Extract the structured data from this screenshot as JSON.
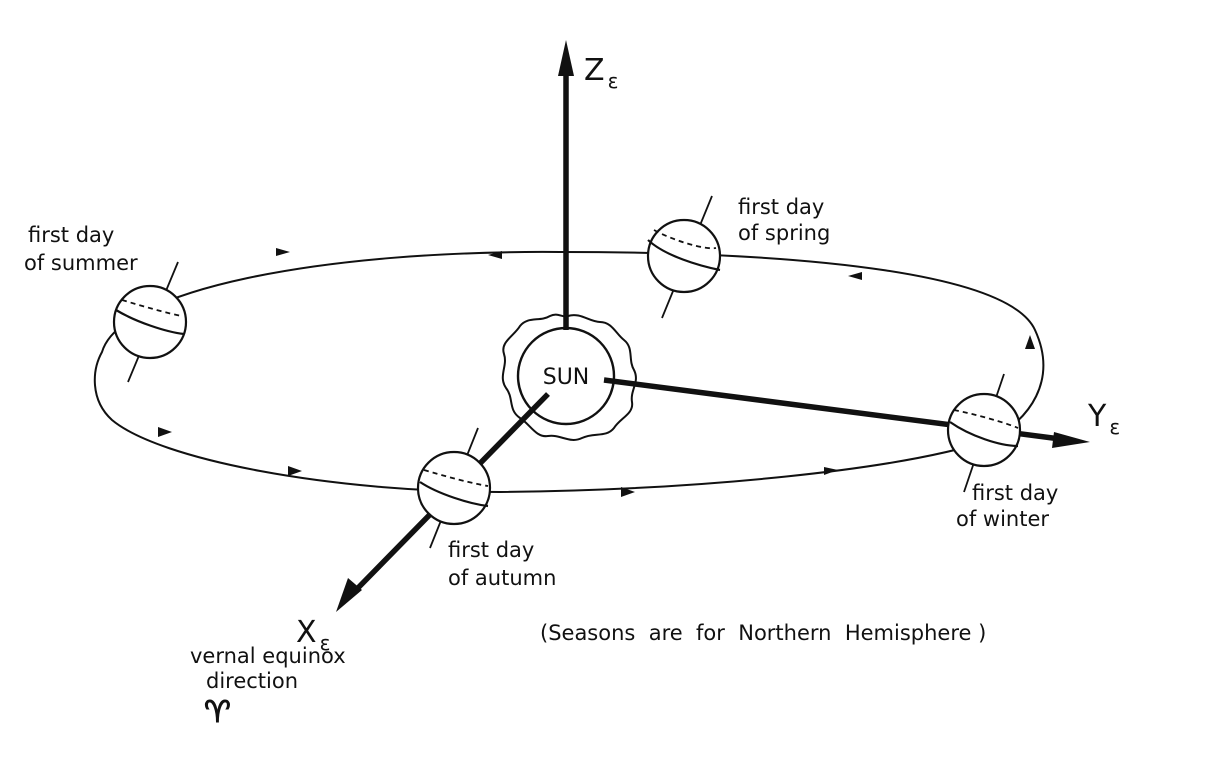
{
  "axes": {
    "z": {
      "label": "Z",
      "sub": "ε"
    },
    "y": {
      "label": "Y",
      "sub": "ε"
    },
    "x": {
      "label": "X",
      "sub": "ε"
    }
  },
  "sun_label": "SUN",
  "seasons": {
    "spring": [
      "first day",
      "of spring"
    ],
    "summer": [
      "first day",
      "of summer"
    ],
    "autumn": [
      "first day",
      "of autumn"
    ],
    "winter": [
      "first day",
      "of winter"
    ]
  },
  "vernal": [
    "vernal equinox",
    "direction"
  ],
  "aries_symbol": "♈︎",
  "note": "(Seasons  are  for  Northern  Hemisphere )"
}
